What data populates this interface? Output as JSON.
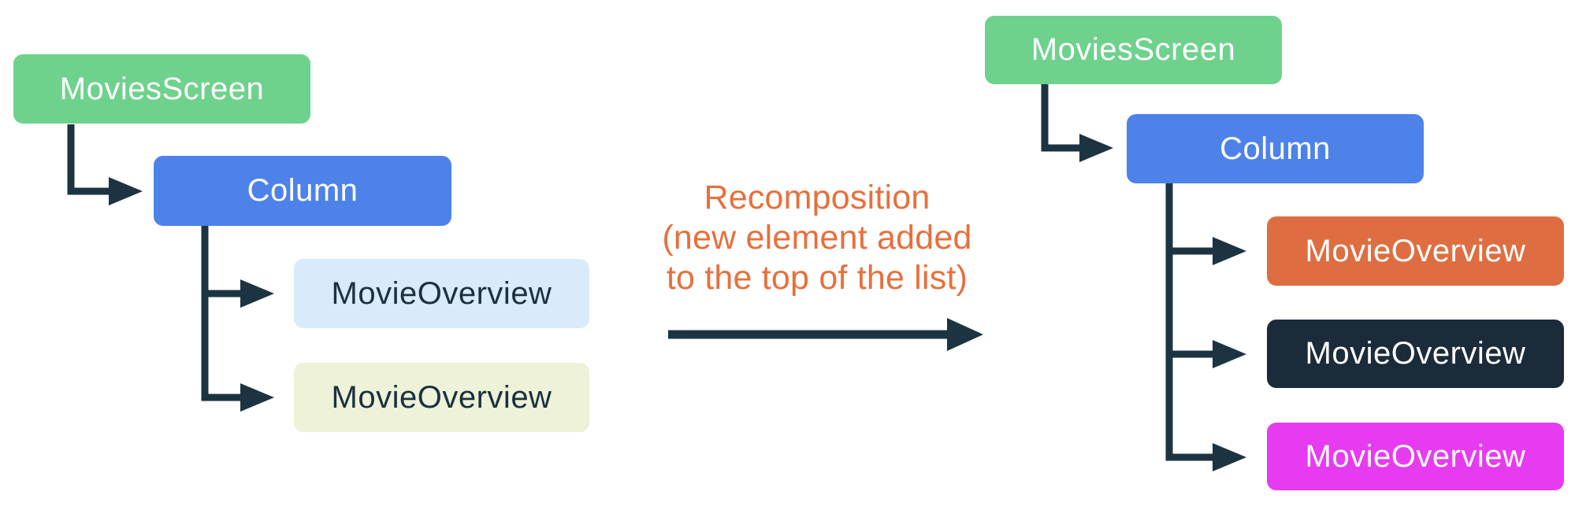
{
  "diagram": {
    "connector_color": "#1c3442",
    "left_tree": {
      "root": {
        "label": "MoviesScreen",
        "bg": "#6ed28d",
        "fg": "#ffffff"
      },
      "column": {
        "label": "Column",
        "bg": "#4d82e9",
        "fg": "#ffffff"
      },
      "children": [
        {
          "label": "MovieOverview",
          "bg": "#d9ebfa",
          "fg": "#1c3040"
        },
        {
          "label": "MovieOverview",
          "bg": "#edf2d8",
          "fg": "#1c3040"
        }
      ]
    },
    "transition": {
      "lines": [
        "Recomposition",
        "(new element added",
        "to the top of the list)"
      ],
      "color": "#e7703c"
    },
    "right_tree": {
      "root": {
        "label": "MoviesScreen",
        "bg": "#6ed28d",
        "fg": "#ffffff"
      },
      "column": {
        "label": "Column",
        "bg": "#4d82e9",
        "fg": "#ffffff"
      },
      "children": [
        {
          "label": "MovieOverview",
          "bg": "#de6e41",
          "fg": "#ffffff"
        },
        {
          "label": "MovieOverview",
          "bg": "#1b2b3a",
          "fg": "#ffffff"
        },
        {
          "label": "MovieOverview",
          "bg": "#e73bf2",
          "fg": "#ffffff"
        }
      ]
    }
  }
}
